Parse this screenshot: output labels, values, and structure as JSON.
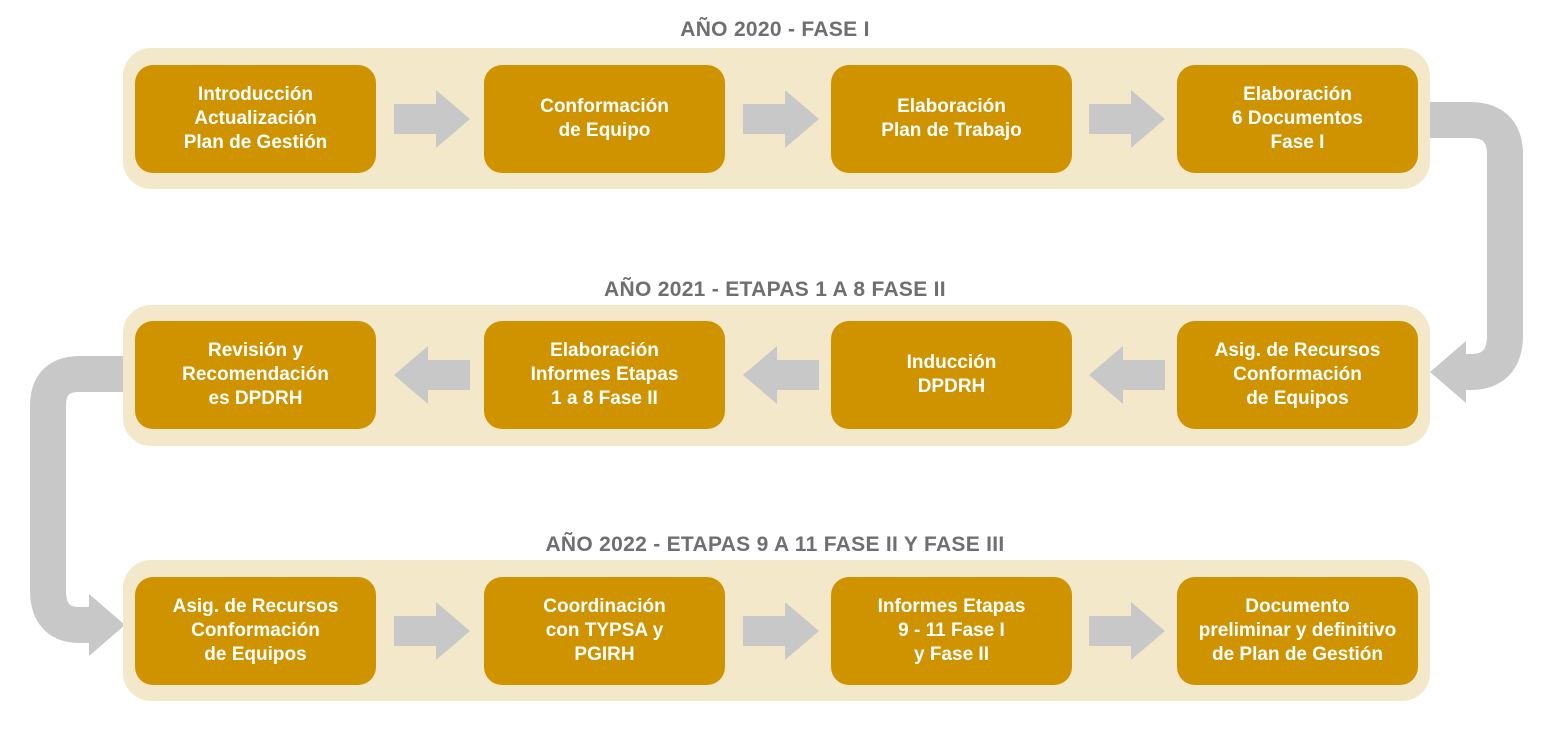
{
  "colors": {
    "band": "#f4e8cb",
    "box": "#cf9300",
    "box_text": "#ffffff",
    "title": "#6f6f6f",
    "arrow": "#c8c8c8"
  },
  "rows": [
    {
      "title": "AÑO 2020 - FASE I",
      "direction": "right",
      "steps": [
        "Introducción\nActualización\nPlan de Gestión",
        "Conformación\nde Equipo",
        "Elaboración\nPlan de Trabajo",
        "Elaboración\n6 Documentos\nFase I"
      ]
    },
    {
      "title": "AÑO 2021 - ETAPAS 1 A 8 FASE II",
      "direction": "left",
      "steps": [
        "Revisión y\nRecomendación\nes DPDRH",
        "Elaboración\nInformes Etapas\n1 a 8 Fase II",
        "Inducción\nDPDRH",
        "Asig. de Recursos\nConformación\nde Equipos"
      ]
    },
    {
      "title": "AÑO 2022 - ETAPAS 9 A 11 FASE II Y FASE III",
      "direction": "right",
      "steps": [
        "Asig. de Recursos\nConformación\nde Equipos",
        "Coordinación\ncon TYPSA y\nPGIRH",
        "Informes Etapas\n9 - 11 Fase I\ny Fase II",
        "Documento\npreliminar y definitivo\nde Plan de Gestión"
      ]
    }
  ]
}
